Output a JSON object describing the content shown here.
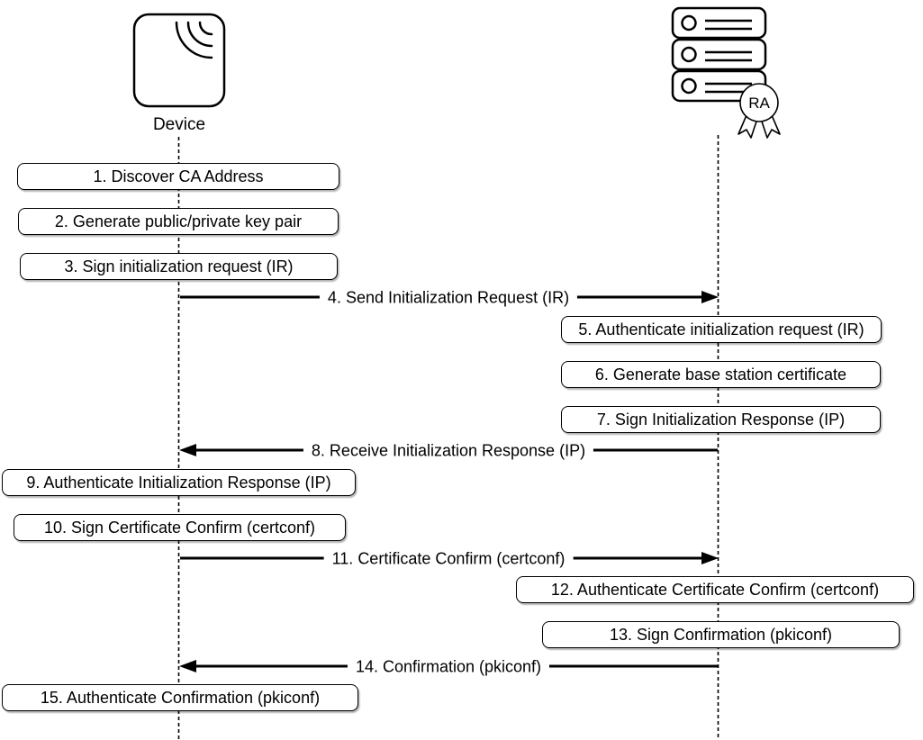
{
  "diagram": {
    "type": "sequence-diagram",
    "colors": {
      "stroke": "#000000",
      "fill": "#ffffff"
    },
    "actors": [
      {
        "id": "device",
        "label": "Device",
        "icon": "wireless-device-icon"
      },
      {
        "id": "ra",
        "label": "RA",
        "badge": "RA",
        "icon": "server-stack-icon"
      }
    ],
    "steps": [
      {
        "label": "1. Discover CA Address",
        "actor": "device"
      },
      {
        "label": "2. Generate public/private key pair",
        "actor": "device"
      },
      {
        "label": "3. Sign initialization request (IR)",
        "actor": "device"
      },
      {
        "label": "5. Authenticate initialization request (IR)",
        "actor": "ra"
      },
      {
        "label": "6. Generate base station certificate",
        "actor": "ra"
      },
      {
        "label": "7. Sign Initialization Response (IP)",
        "actor": "ra"
      },
      {
        "label": "9. Authenticate Initialization Response (IP)",
        "actor": "device"
      },
      {
        "label": "10. Sign Certificate Confirm (certconf)",
        "actor": "device"
      },
      {
        "label": "12. Authenticate Certificate Confirm (certconf)",
        "actor": "ra"
      },
      {
        "label": "13. Sign Confirmation (pkiconf)",
        "actor": "ra"
      },
      {
        "label": "15. Authenticate Confirmation (pkiconf)",
        "actor": "device"
      }
    ],
    "messages": [
      {
        "label": "4. Send Initialization Request (IR)",
        "from": "Device",
        "to": "RA",
        "direction": "right"
      },
      {
        "label": "8. Receive Initialization Response (IP)",
        "from": "RA",
        "to": "Device",
        "direction": "left"
      },
      {
        "label": "11. Certificate Confirm (certconf)",
        "from": "Device",
        "to": "RA",
        "direction": "right"
      },
      {
        "label": "14. Confirmation (pkiconf)",
        "from": "RA",
        "to": "Device",
        "direction": "left"
      }
    ]
  }
}
